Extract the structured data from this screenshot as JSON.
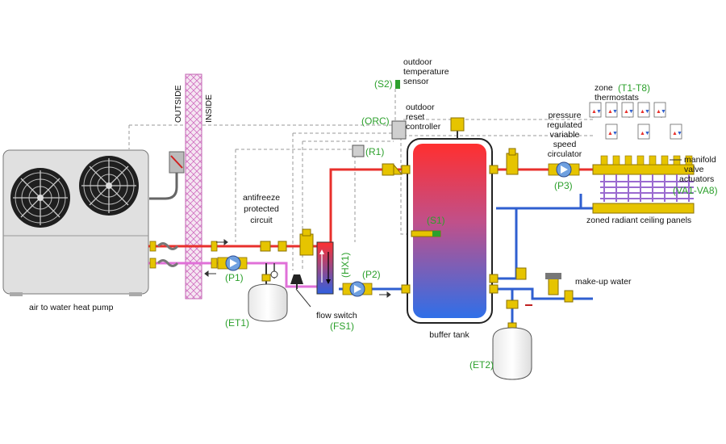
{
  "labels": {
    "outside": "OUTSIDE",
    "inside": "INSIDE",
    "outdoor_temp_sensor": [
      "outdoor",
      "temperature",
      "sensor"
    ],
    "s2": "(S2)",
    "orc": "(ORC)",
    "outdoor_reset_controller": [
      "outdoor",
      "reset",
      "controller"
    ],
    "r1": "(R1)",
    "antifreeze_circuit": [
      "antifreeze",
      "protected",
      "circuit"
    ],
    "hx1": "(HX1)",
    "p1": "(P1)",
    "p2": "(P2)",
    "p3": "(P3)",
    "s1": "(S1)",
    "et1": "(ET1)",
    "et2": "(ET2)",
    "fs1": "(FS1)",
    "flow_switch": "flow switch",
    "heat_pump": "air to water heat pump",
    "buffer_tank": "buffer tank",
    "circulator_desc": [
      "pressure",
      "regulated",
      "variable",
      "speed",
      "circulator"
    ],
    "zone_thermostats": [
      "zone",
      "thermostats"
    ],
    "t1_t8": "(T1-T8)",
    "manifold_actuators": [
      "manifold",
      "valve",
      "actuators"
    ],
    "va1_va8": "(VA1-VA8)",
    "zoned_panels": "zoned radiant ceiling panels",
    "makeup_water": "make-up water"
  },
  "colors": {
    "hot": "#e8302c",
    "cold": "#2f5fd0",
    "glycol": "#e070d8",
    "control": "#9a9a9a",
    "brass": "#e6c400",
    "tag_green": "#2ca02c",
    "wall_hatch": "#d070c0"
  }
}
